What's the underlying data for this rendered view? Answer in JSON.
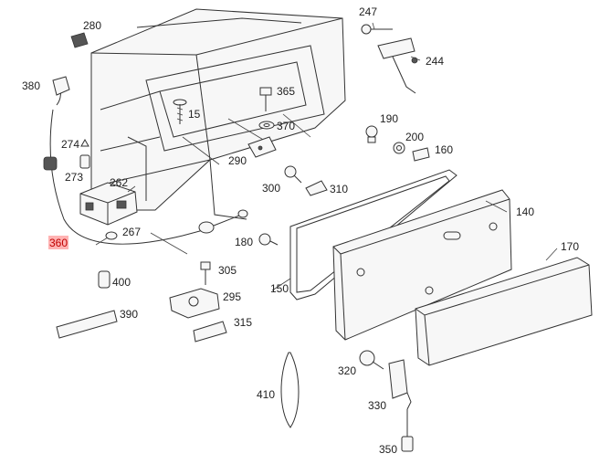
{
  "parts": [
    {
      "id": "p280",
      "label": "280"
    },
    {
      "id": "p380",
      "label": "380"
    },
    {
      "id": "p274",
      "label": "274"
    },
    {
      "id": "p273",
      "label": "273"
    },
    {
      "id": "p262",
      "label": "262"
    },
    {
      "id": "p267",
      "label": "267"
    },
    {
      "id": "p360",
      "label": "360",
      "highlighted": true
    },
    {
      "id": "p15",
      "label": "15"
    },
    {
      "id": "p365",
      "label": "365"
    },
    {
      "id": "p370",
      "label": "370"
    },
    {
      "id": "p290",
      "label": "290"
    },
    {
      "id": "p300",
      "label": "300"
    },
    {
      "id": "p310",
      "label": "310"
    },
    {
      "id": "p247",
      "label": "247"
    },
    {
      "id": "p244",
      "label": "244"
    },
    {
      "id": "p190",
      "label": "190"
    },
    {
      "id": "p200",
      "label": "200"
    },
    {
      "id": "p160",
      "label": "160"
    },
    {
      "id": "p140",
      "label": "140"
    },
    {
      "id": "p170",
      "label": "170"
    },
    {
      "id": "p180",
      "label": "180"
    },
    {
      "id": "p150",
      "label": "150"
    },
    {
      "id": "p400",
      "label": "400"
    },
    {
      "id": "p390",
      "label": "390"
    },
    {
      "id": "p305",
      "label": "305"
    },
    {
      "id": "p295",
      "label": "295"
    },
    {
      "id": "p315",
      "label": "315"
    },
    {
      "id": "p410",
      "label": "410"
    },
    {
      "id": "p320",
      "label": "320"
    },
    {
      "id": "p330",
      "label": "330"
    },
    {
      "id": "p350",
      "label": "350"
    }
  ],
  "colors": {
    "highlight": "#ffb3b3",
    "line": "#333333",
    "highlight_text": "#c00000"
  }
}
